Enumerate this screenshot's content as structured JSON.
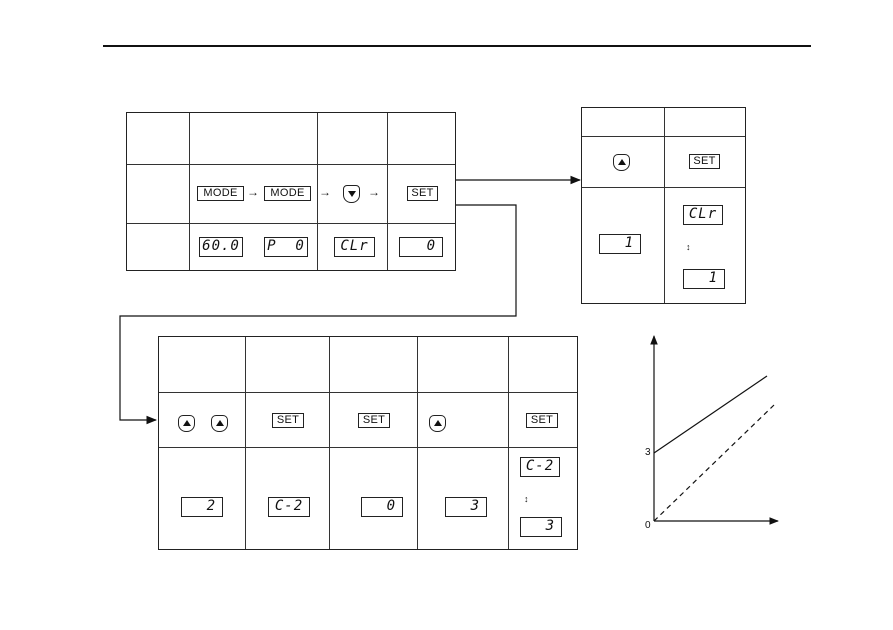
{
  "keys": {
    "mode": "MODE",
    "set": "SET"
  },
  "symbols": {
    "arrow_right": "→",
    "toggle": "↕"
  },
  "icons": {
    "up": "up-key-icon",
    "down": "down-key-icon"
  },
  "table_top_left": {
    "displays": [
      "60.0",
      "P  0",
      "CLr",
      "0"
    ]
  },
  "table_top_right": {
    "displays": [
      "1",
      "CLr",
      "1"
    ]
  },
  "table_bottom": {
    "displays": [
      "2",
      "C-2",
      "0",
      "3",
      "C-2",
      "3"
    ]
  },
  "graph": {
    "tick_3": "3",
    "tick_0": "0"
  }
}
